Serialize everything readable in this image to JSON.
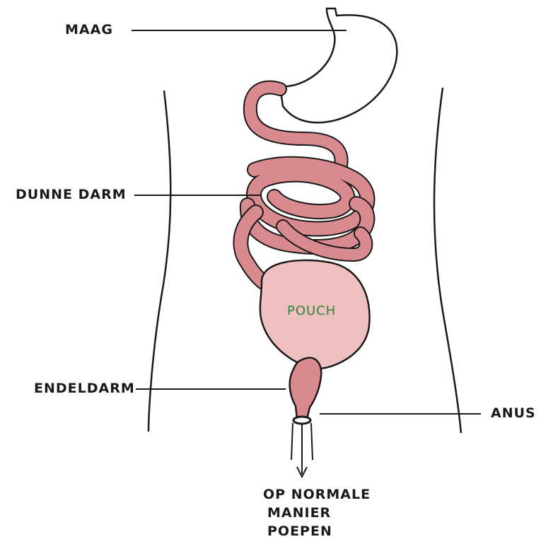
{
  "labels": {
    "maag": "MAAG",
    "dunne_darm": "DUNNE DARM",
    "pouch": "POUCH",
    "endeldarm": "ENDELDARM",
    "anus": "ANUS",
    "caption_line1": "OP NORMALE",
    "caption_line2": "MANIER",
    "caption_line3": "POEPEN"
  },
  "colors": {
    "intestine": "#d98a8f",
    "pouch": "#f0bfc0",
    "outline": "#1a1a1a",
    "pouch_text": "#2a8a3a"
  }
}
